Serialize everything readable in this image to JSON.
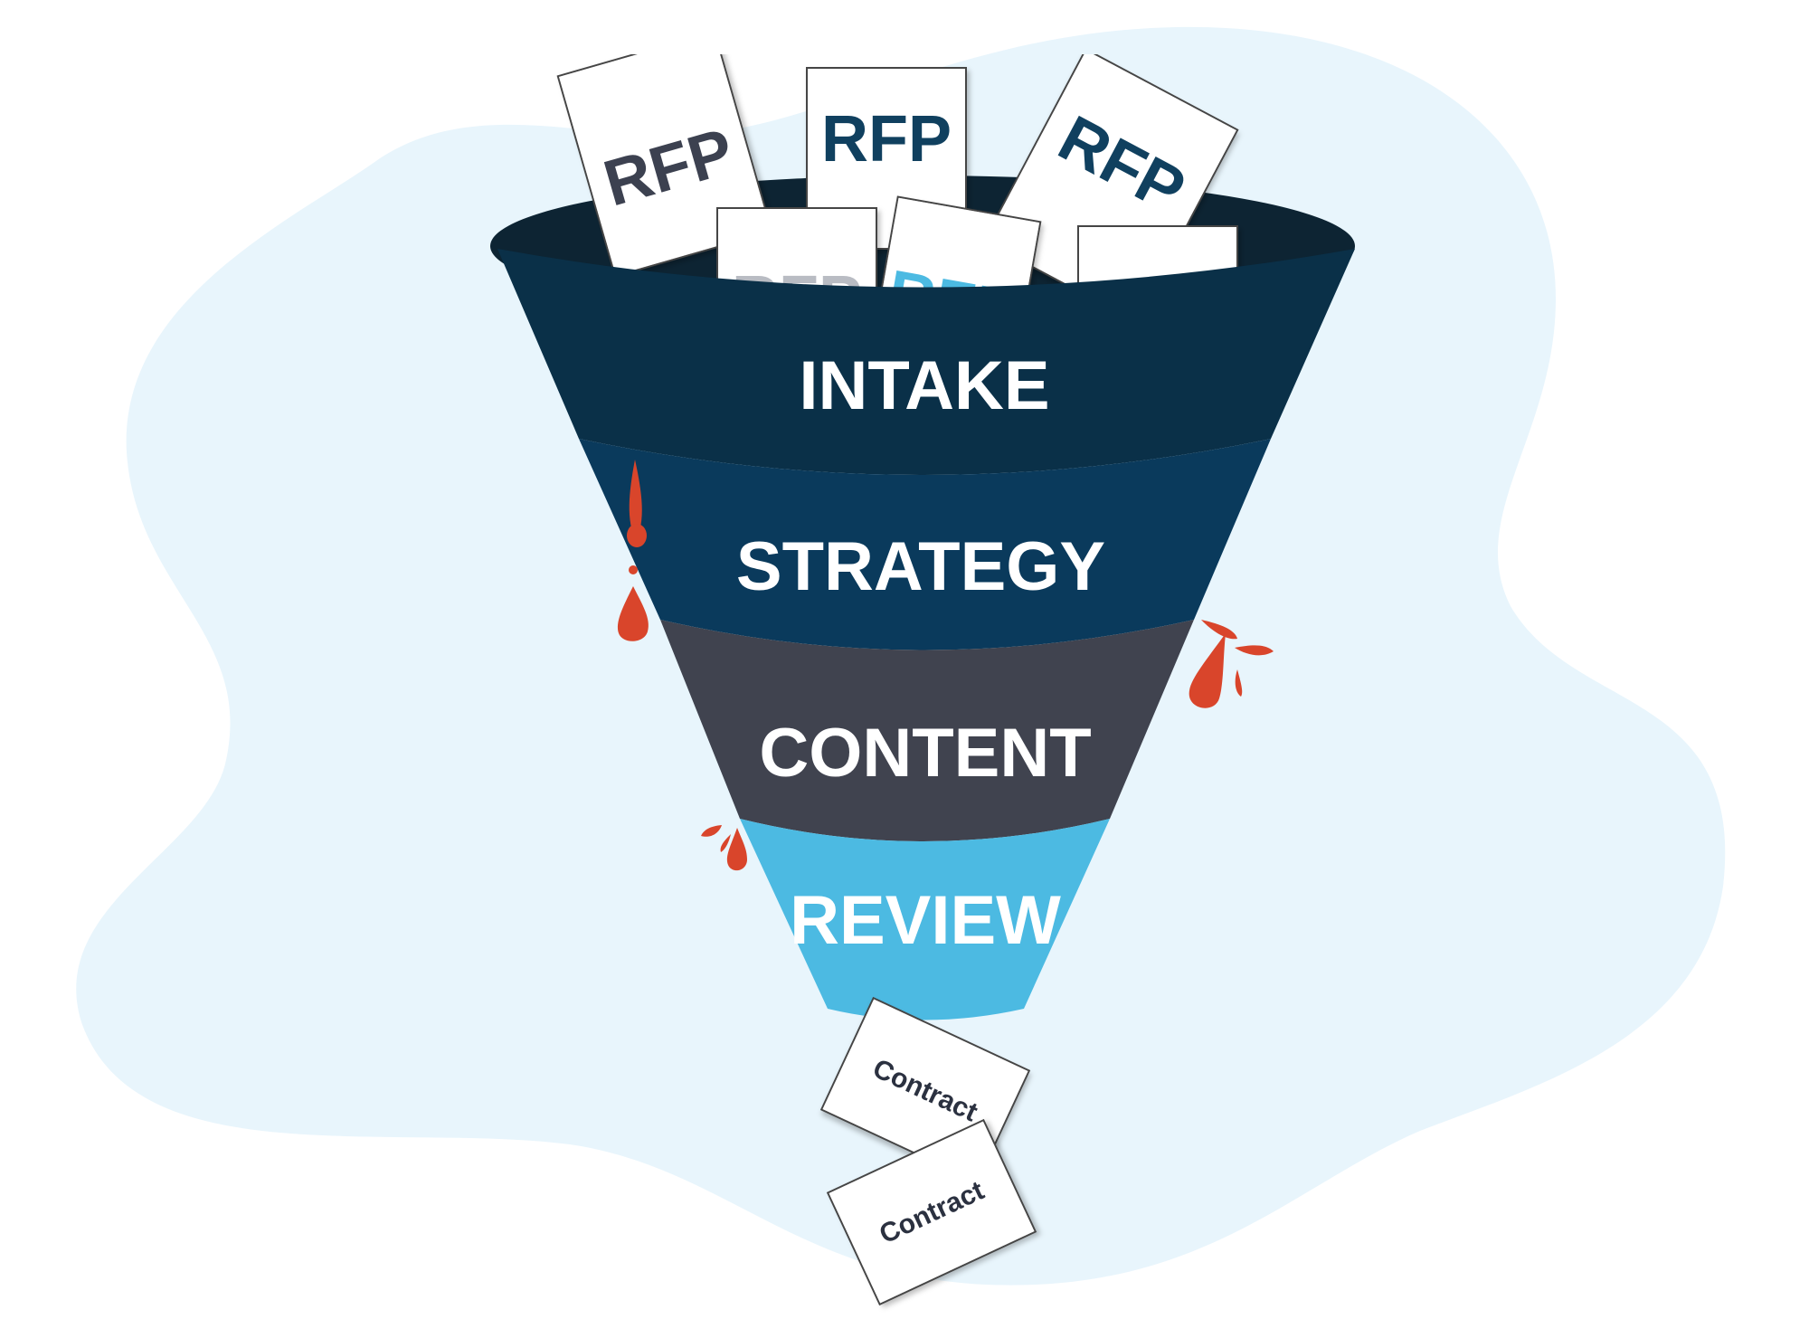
{
  "colors": {
    "background_blob": "#e8f5fc",
    "funnel_rim": "#0d2433",
    "intake": "#0a3048",
    "strategy": "#0a3a5c",
    "content": "#40434f",
    "review": "#4cbae2",
    "leak": "#d9452b",
    "rfp_dark": "#3c4150",
    "rfp_navy": "#10405f",
    "rfp_light": "#b9bcc3",
    "rfp_blue": "#4cbae2"
  },
  "funnel": {
    "stages": [
      {
        "label": "INTAKE"
      },
      {
        "label": "STRATEGY"
      },
      {
        "label": "CONTENT"
      },
      {
        "label": "REVIEW"
      }
    ]
  },
  "documents": {
    "rfp_label": "RFP",
    "contract_label": "Contract"
  },
  "icons": [
    "leak-drop-icon",
    "leak-splash-icon"
  ]
}
